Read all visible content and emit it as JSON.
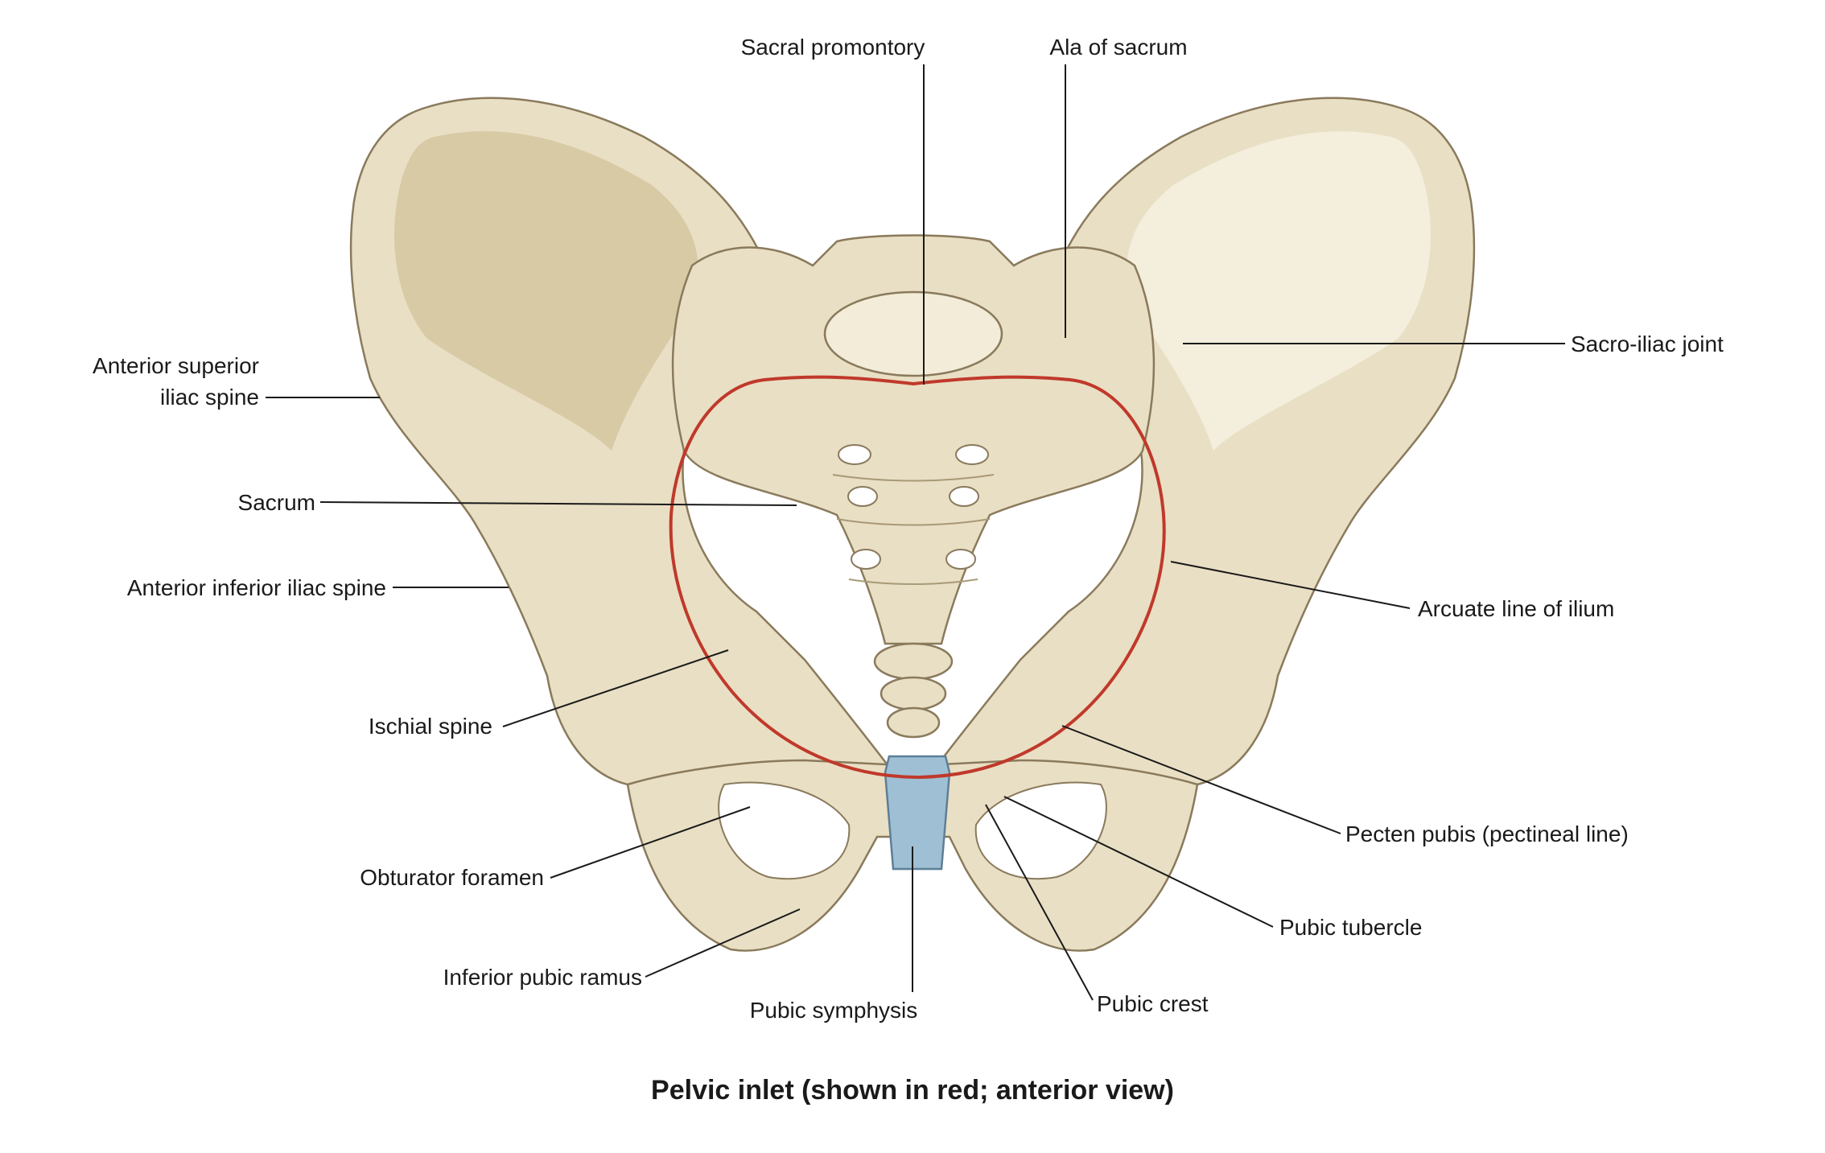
{
  "figure": {
    "caption": "Pelvic inlet (shown in red; anterior view)",
    "colors": {
      "bone": "#e9dfc4",
      "bone_outline": "#8a7a5c",
      "pelvic_inlet": "#c0392b",
      "pubic_symphysis": "#9fbfd4",
      "leader_lines": "#1a1a1a"
    },
    "labels": {
      "sacral_promontory": "Sacral promontory",
      "ala_of_sacrum": "Ala of sacrum",
      "anterior_superior_iliac_spine_line1": "Anterior superior",
      "anterior_superior_iliac_spine_line2": "iliac spine",
      "sacro_iliac_joint": "Sacro-iliac joint",
      "sacrum": "Sacrum",
      "anterior_inferior_iliac_spine": "Anterior inferior iliac spine",
      "arcuate_line_of_ilium": "Arcuate line of ilium",
      "ischial_spine": "Ischial spine",
      "pecten_pubis": "Pecten pubis (pectineal line)",
      "obturator_foramen": "Obturator foramen",
      "pubic_tubercle": "Pubic tubercle",
      "inferior_pubic_ramus": "Inferior pubic ramus",
      "pubic_symphysis": "Pubic symphysis",
      "pubic_crest": "Pubic crest"
    }
  }
}
